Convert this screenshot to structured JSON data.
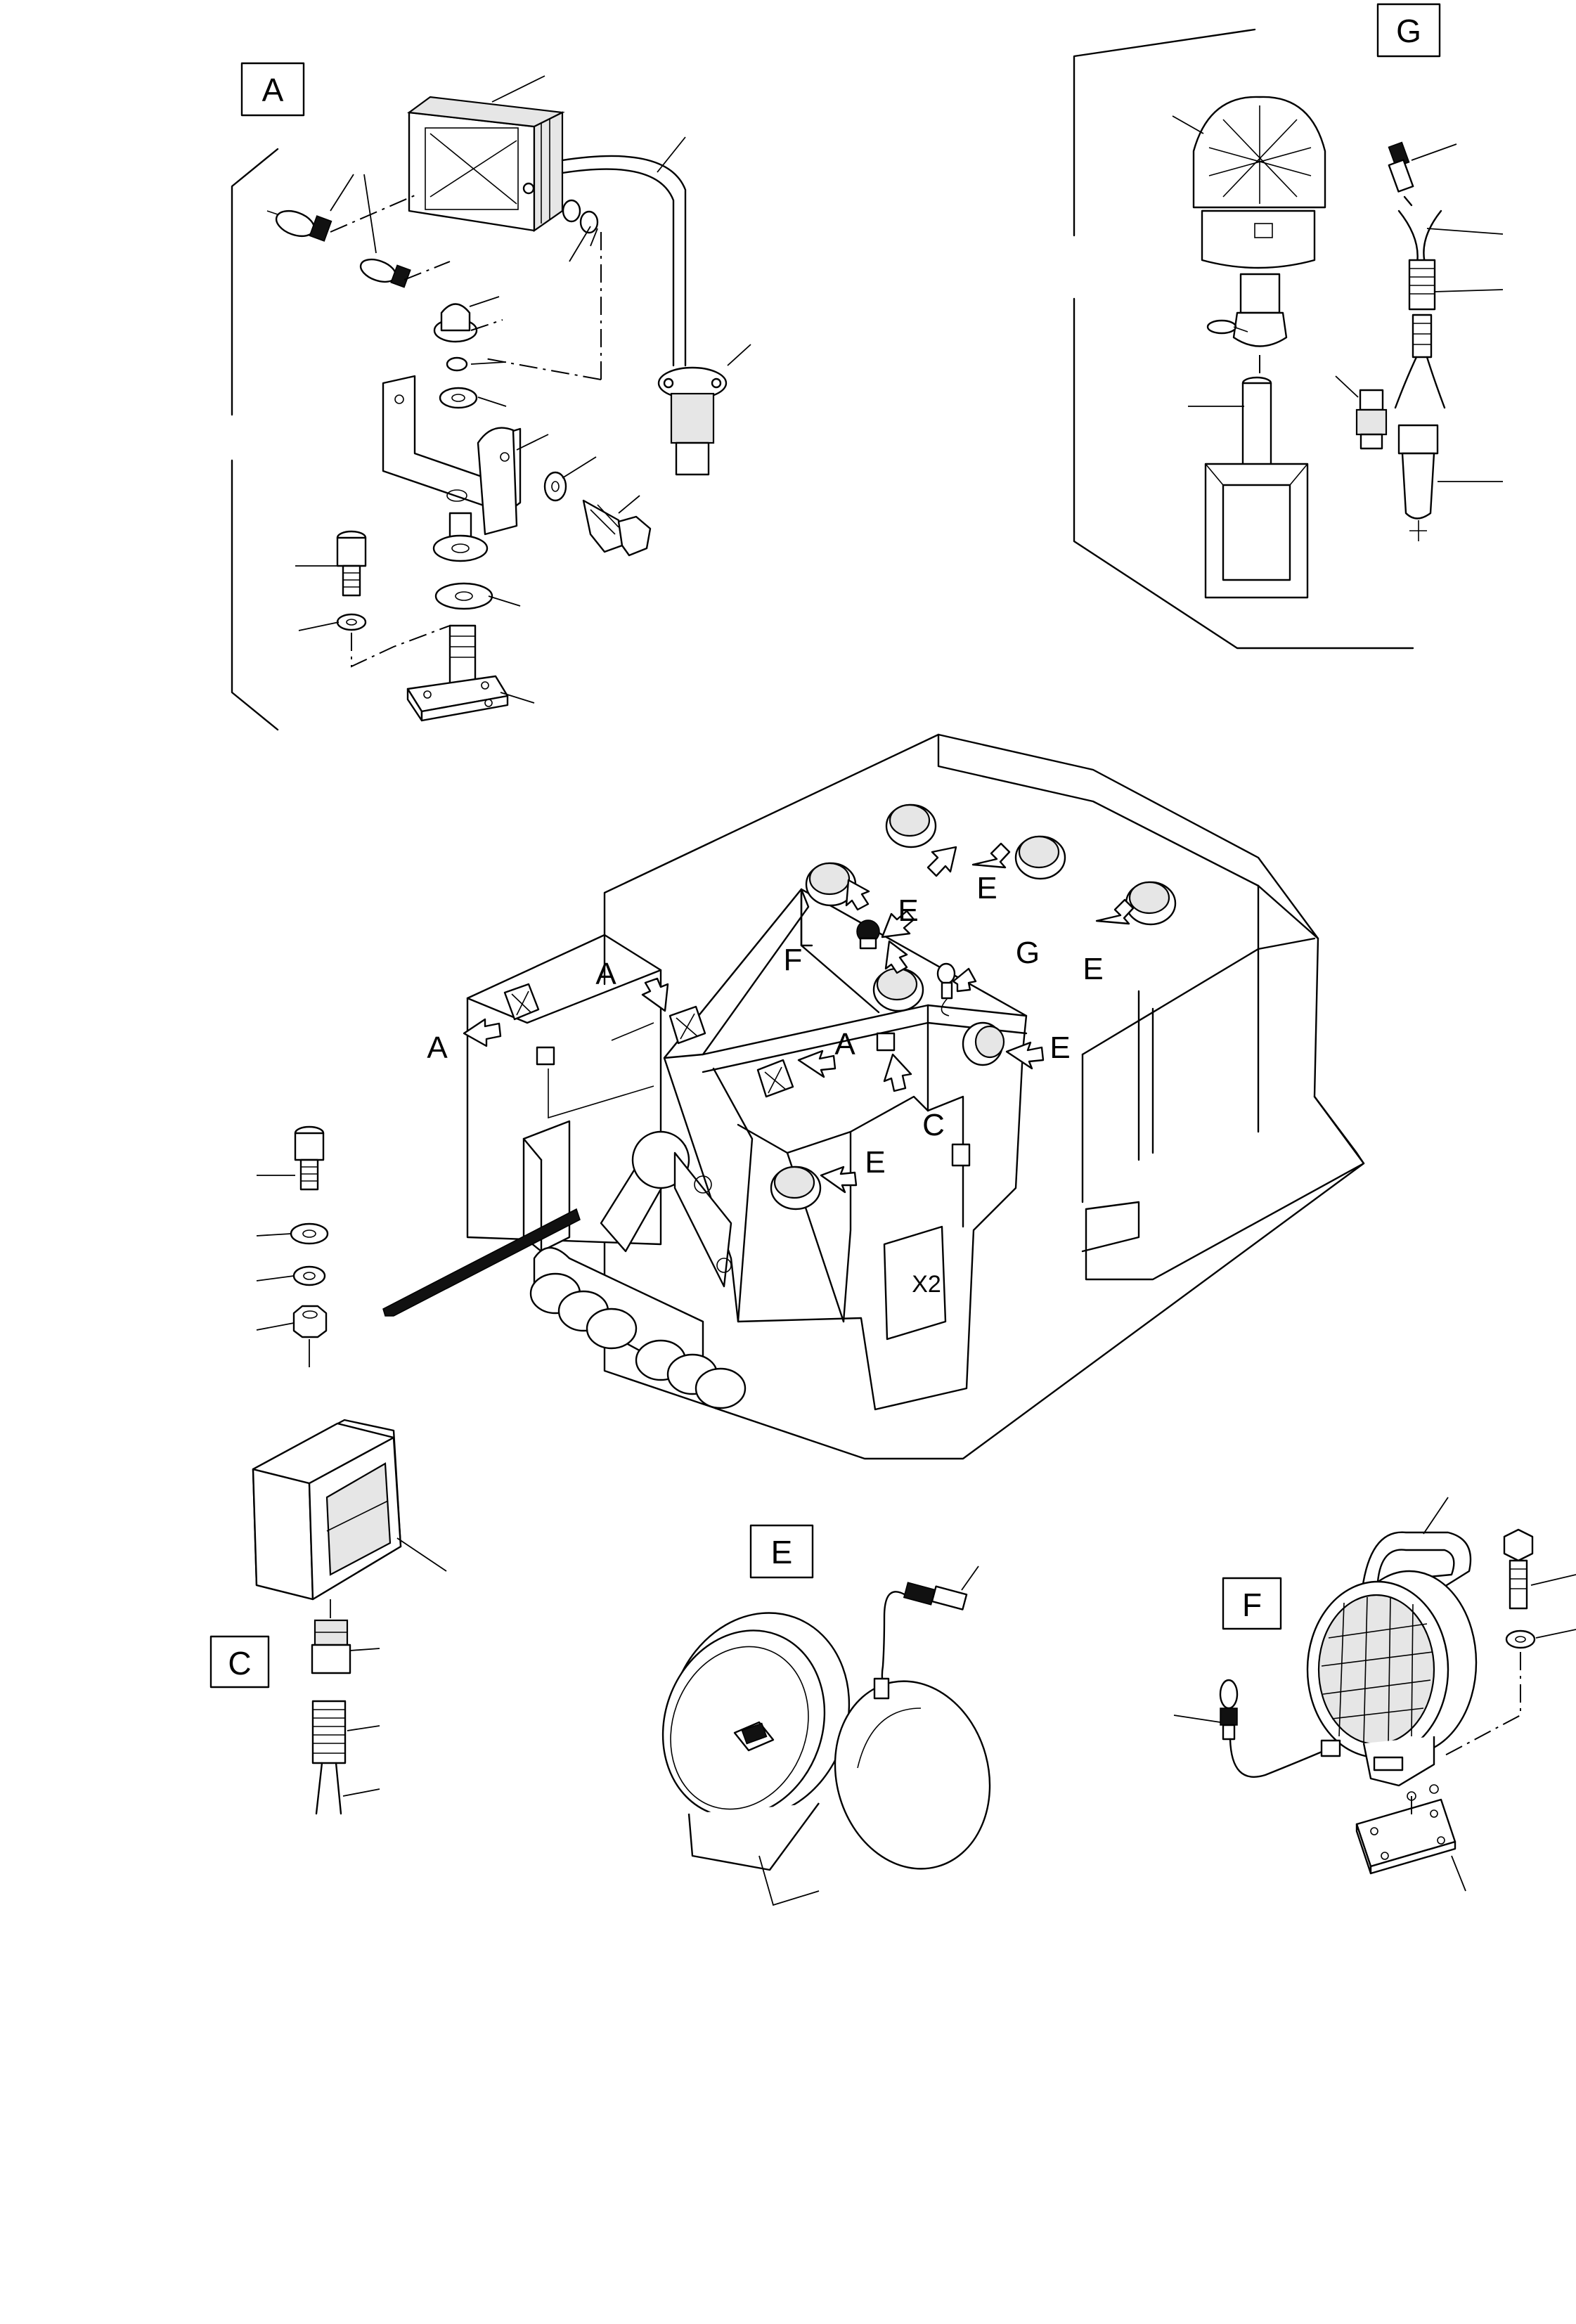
{
  "figure": {
    "detail_labels": {
      "a": "A",
      "c": "C",
      "e": "E",
      "f": "F",
      "g": "G"
    },
    "main_callouts": {
      "a1": "A",
      "a2": "A",
      "a3": "A",
      "c": "C",
      "e1": "E",
      "e2": "E",
      "e3": "E",
      "e4": "E",
      "e5": "E",
      "f": "F",
      "g": "G"
    },
    "panel_text": "X2"
  }
}
